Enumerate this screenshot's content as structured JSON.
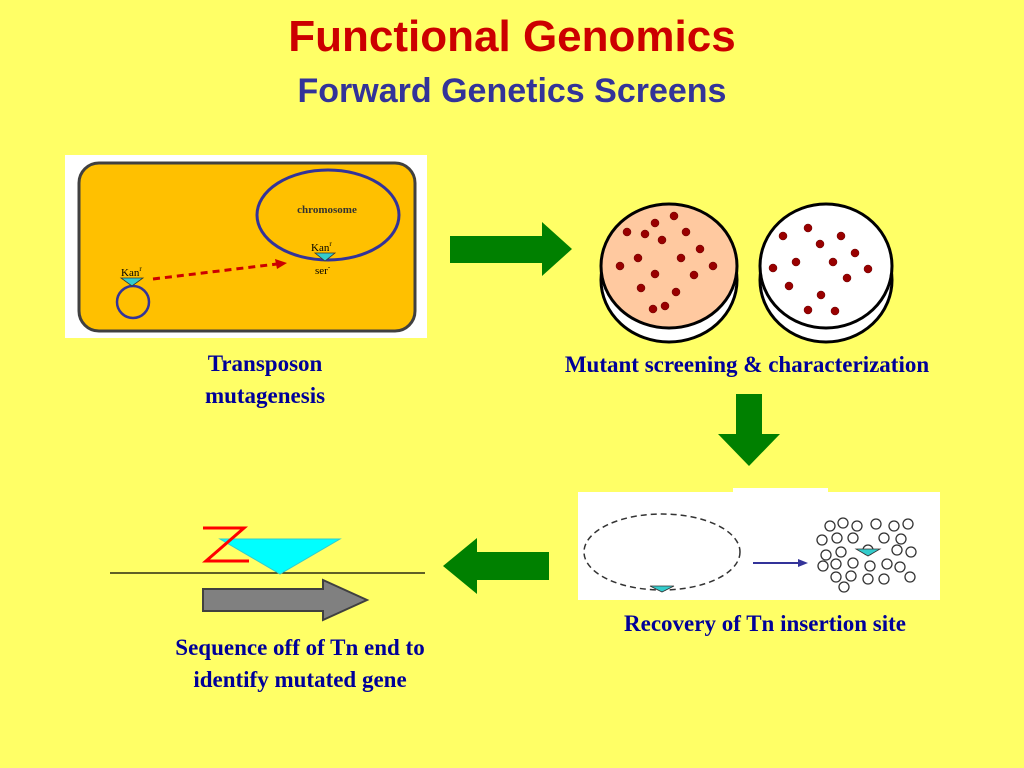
{
  "header": {
    "title": "Functional Genomics",
    "subtitle": "Forward Genetics Screens"
  },
  "step1": {
    "cell_label": "chromosome",
    "kan_label_plasmid": "Kan",
    "kan_sup_plasmid": "r",
    "kan_label_chrom": "Kan",
    "kan_sup_chrom": "r",
    "ser_label": "ser",
    "ser_sup": "-",
    "caption_line1": "Transposon",
    "caption_line2": "mutagenesis"
  },
  "step2": {
    "caption": "Mutant screening & characterization"
  },
  "step3": {
    "caption": "Recovery of Tn insertion site"
  },
  "step4": {
    "caption_line1": "Sequence off of Tn end to",
    "caption_line2": "identify mutated gene"
  },
  "colors": {
    "background": "#FFFF66",
    "title": "#CC0000",
    "subtitle": "#333399",
    "caption": "#000099",
    "arrow": "#008000",
    "cell_fill": "#FFC000",
    "colony": "#990000",
    "transposon": "#33CCCC"
  }
}
